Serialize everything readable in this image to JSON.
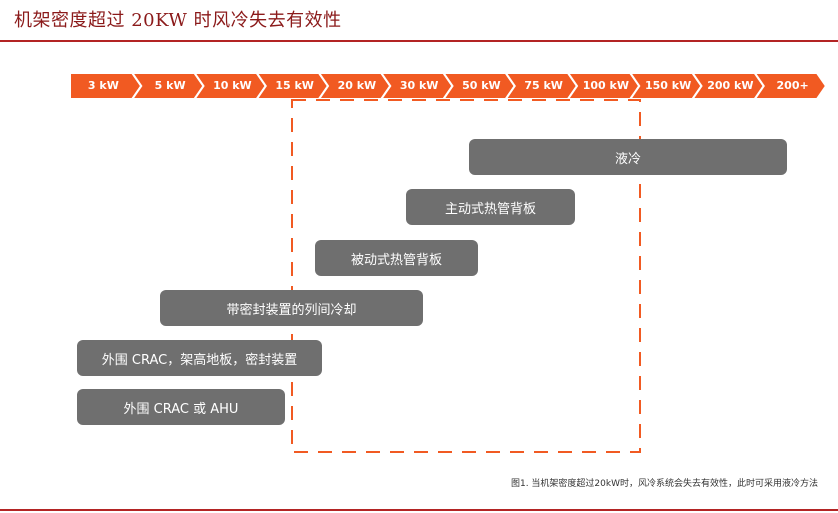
{
  "page": {
    "title": "机架密度超过 20KW 时风冷失去有效性",
    "caption": "图1. 当机架密度超过20kW时，风冷系统会失去有效性，此时可采用液冷方法"
  },
  "scale": {
    "labels": [
      "3 kW",
      "5 kW",
      "10 kW",
      "15 kW",
      "20 kW",
      "30 kW",
      "50 kW",
      "75 kW",
      "100 kW",
      "150 kW",
      "200 kW",
      "200+"
    ]
  },
  "bars": [
    {
      "label": "液冷"
    },
    {
      "label": "主动式热管背板"
    },
    {
      "label": "被动式热管背板"
    },
    {
      "label": "带密封装置的列间冷却"
    },
    {
      "label": "外围 CRAC，架高地板，密封装置"
    },
    {
      "label": "外围 CRAC 或 AHU"
    }
  ],
  "colors": {
    "accent": "#f15a22",
    "bar": "#6f6f6f",
    "rule": "#b32424",
    "title": "#8b1a1a"
  }
}
